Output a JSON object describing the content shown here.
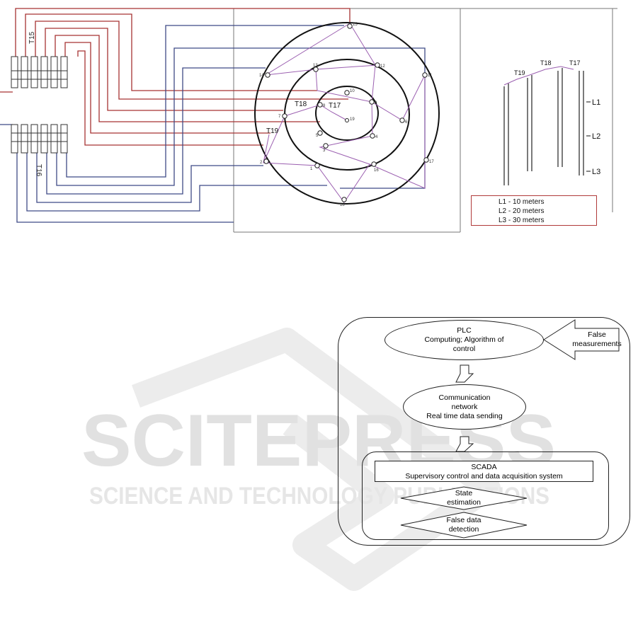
{
  "sensor_map": {
    "tag_t15": "T15",
    "tag_t16": "T16",
    "tag_t17": "T17",
    "tag_t18": "T18",
    "tag_t19": "T19",
    "node_labels": [
      "15",
      "14",
      "13",
      "12",
      "11",
      "10",
      "9",
      "8",
      "7",
      "6",
      "5",
      "4",
      "3",
      "2",
      "1",
      "16",
      "17",
      "18",
      "19"
    ]
  },
  "side_view": {
    "depth_labels": [
      "L1",
      "L2",
      "L3"
    ],
    "column_tags": [
      "T19",
      "T18",
      "T17"
    ],
    "legend": [
      "L1 - 10 meters",
      "L2 - 20 meters",
      "L3 - 30 meters"
    ]
  },
  "flowchart": {
    "plc_title": "PLC",
    "plc_line2": "Computing; Algorithm of",
    "plc_line3": "control",
    "false_meas_line1": "False",
    "false_meas_line2": "measurements",
    "comm_line1": "Communication",
    "comm_line2": "network",
    "comm_line3": "Real time data sending",
    "scada_title": "SCADA",
    "scada_sub": "Supervisory control and data acquisition system",
    "state_line1": "State",
    "state_line2": "estimation",
    "fdd_line1": "False data",
    "fdd_line2": "detection"
  },
  "watermark": {
    "main": "SCITEPRESS",
    "sub": "SCIENCE AND TECHNOLOGY PUBLICATIONS"
  },
  "colors": {
    "red_wire": "#a63333",
    "blue_wire": "#3f4a86",
    "purple_link": "#9b5fb0",
    "legend_border": "#b03a3a",
    "watermark": "#e1e1e1"
  }
}
